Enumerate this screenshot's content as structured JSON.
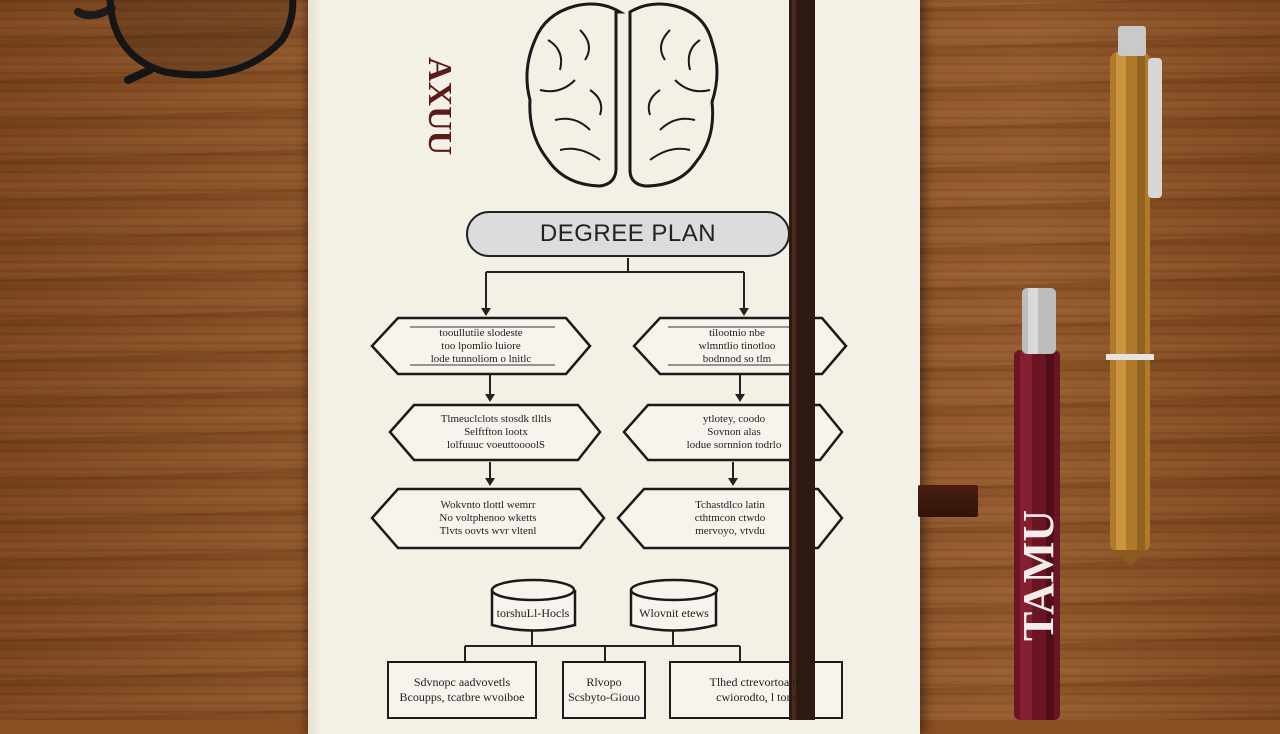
{
  "notebook": {
    "mark": "AXUU",
    "title": "DEGREE PLAN",
    "left_column": [
      "tooullutiie slodeste\ntoo lpomlio luiore\nlode tunnoliom o lnitlc",
      "Tlmeuclclots stosdk tlltls\nSelftfton lootx\nlolfuuuc voeuttoooolS",
      "Wokvnto tlottl wemrr\nNo voltphenoo wketts\nTlvts oovts wvr vltenl"
    ],
    "right_column": [
      "tilootnio nbe\nwlmntlio tinotloo\nbodnnod so tlm",
      "ytlotey, coodo\nSovnon alas\nlodue sornnion todrlo",
      "Tchastdlco latin\ncthtmcon ctwdo\nmervoyo, vtvdu"
    ],
    "cylinders": [
      "torshuLl-Hocls",
      "Wlovnit etews"
    ],
    "bottom_boxes": [
      "Sdvnopc aadvovetls\nBcoupps, tcatbre wvoiboe",
      "Rlvopo\nScsbyto-Giouo",
      "Tlhed ctrevortoatro\ncwiorodto, l tom"
    ]
  },
  "pen": {
    "label": "TAMU",
    "color": "#6b1424"
  },
  "colors": {
    "desk": "#8a4f22",
    "paper": "#f3f0e6",
    "ink": "#222222",
    "strap": "#2e1a12",
    "maroon": "#5a1a1a",
    "gold_pen": "#b07a2a"
  }
}
